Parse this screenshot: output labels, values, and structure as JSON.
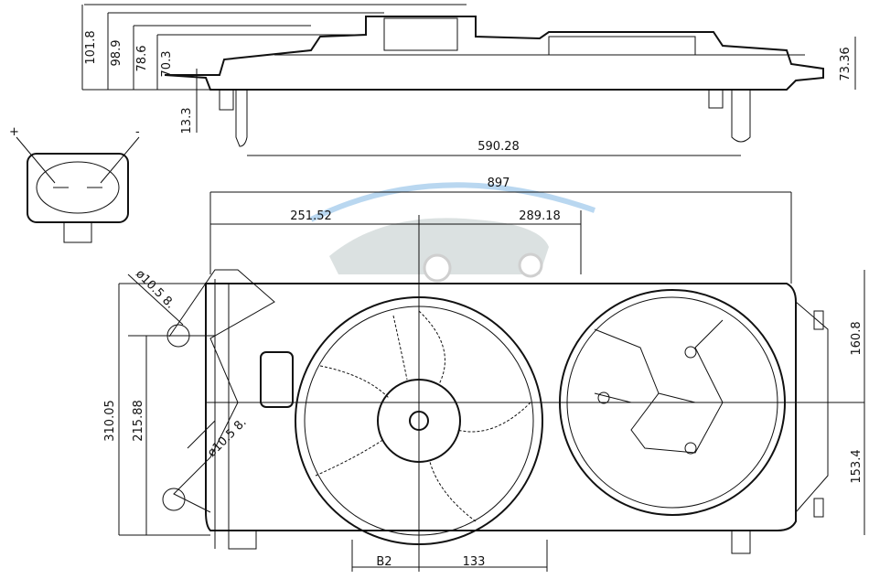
{
  "drawing": {
    "side_view_dimensions": {
      "d1": "101.8",
      "d2": "98.9",
      "d3": "78.6",
      "d4": "70.3",
      "d5": "13.3",
      "d6": "73.36",
      "d7": "590.28"
    },
    "front_view_dimensions": {
      "width": "897",
      "left": "251.52",
      "right": "289.18",
      "height": "310.05",
      "mount": "215.88",
      "upper": "160.8",
      "lower": "153.4",
      "bottom_left": "B2",
      "bottom_right": "133",
      "hole_top": "ø10.5 8.",
      "hole_bottom": "ø10.5 8."
    },
    "connector": {
      "plus": "+",
      "minus": "-"
    },
    "watermark_color": "#3a8fd6"
  }
}
